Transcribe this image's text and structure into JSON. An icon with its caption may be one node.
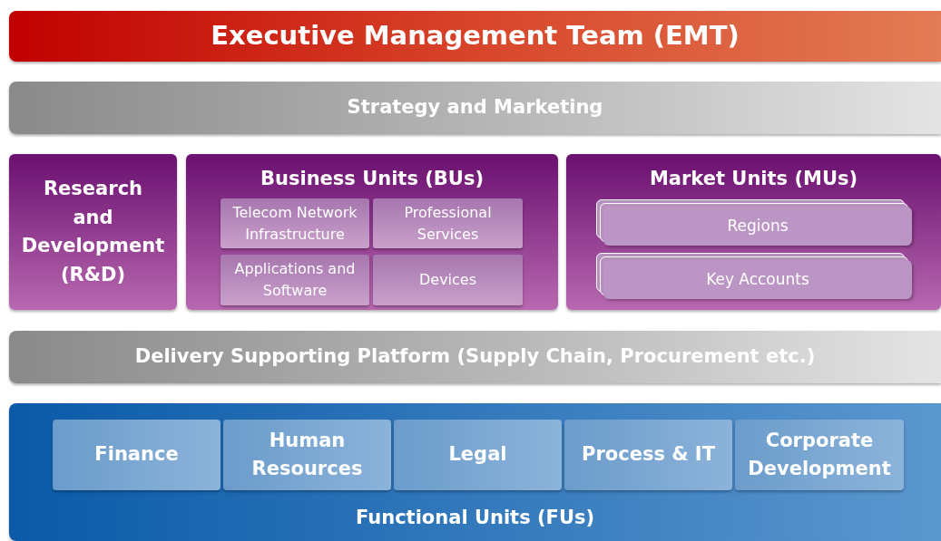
{
  "diagram": {
    "nodes": [
      {
        "text": [
          "Executive Management Team (EMT)"
        ]
      },
      {
        "text": [
          "Strategy and Marketing"
        ]
      },
      {
        "text": [
          "Research and Development (R&D)"
        ]
      },
      {
        "text": [
          "Business Units (BUs)"
        ]
      },
      {
        "text": [
          "Telecom Network Infrastructure"
        ],
        "in": 3
      },
      {
        "text": [
          "Professional Services"
        ],
        "in": 3
      },
      {
        "text": [
          "Applications and Software"
        ],
        "in": 3
      },
      {
        "text": [
          "Devices"
        ],
        "in": 3
      },
      {
        "text": [
          "Market Units (MUs)"
        ]
      },
      {
        "text": [
          "Regions"
        ],
        "in": 8
      },
      {
        "text": [
          "Key Accounts"
        ],
        "in": 8
      },
      {
        "text": [
          "Delivery Supporting Platform (Supply Chain, Procurement etc.)"
        ]
      },
      {
        "text": [
          "Functional Units (FUs)"
        ]
      },
      {
        "text": [
          "Finance"
        ],
        "in": 12
      },
      {
        "text": [
          "Human Resources"
        ],
        "in": 12
      },
      {
        "text": [
          "Legal"
        ],
        "in": 12
      },
      {
        "text": [
          "Process & IT"
        ],
        "in": 12
      },
      {
        "text": [
          "Corporate Development"
        ],
        "in": 12
      }
    ]
  }
}
